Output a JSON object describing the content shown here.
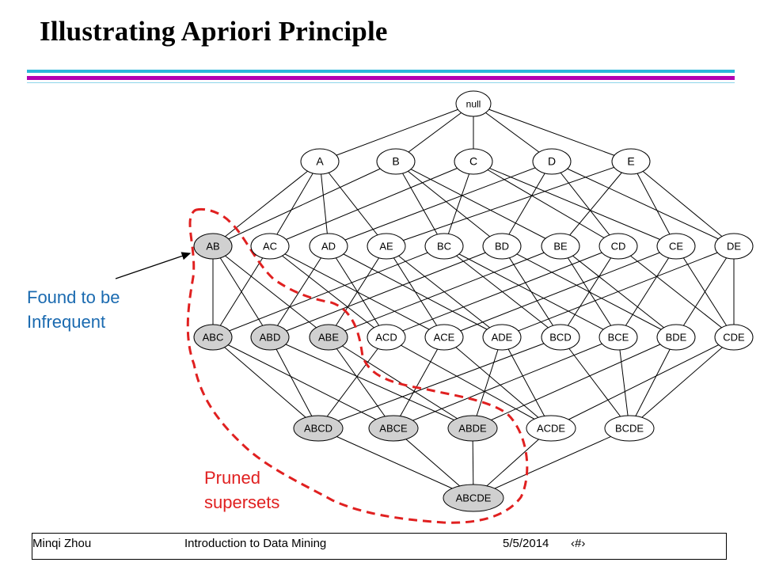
{
  "slide": {
    "title": "Illustrating Apriori Principle"
  },
  "lattice": {
    "levels": [
      [
        {
          "label": "null",
          "infrequent": false
        }
      ],
      [
        {
          "label": "A",
          "infrequent": false
        },
        {
          "label": "B",
          "infrequent": false
        },
        {
          "label": "C",
          "infrequent": false
        },
        {
          "label": "D",
          "infrequent": false
        },
        {
          "label": "E",
          "infrequent": false
        }
      ],
      [
        {
          "label": "AB",
          "infrequent": true
        },
        {
          "label": "AC",
          "infrequent": false
        },
        {
          "label": "AD",
          "infrequent": false
        },
        {
          "label": "AE",
          "infrequent": false
        },
        {
          "label": "BC",
          "infrequent": false
        },
        {
          "label": "BD",
          "infrequent": false
        },
        {
          "label": "BE",
          "infrequent": false
        },
        {
          "label": "CD",
          "infrequent": false
        },
        {
          "label": "CE",
          "infrequent": false
        },
        {
          "label": "DE",
          "infrequent": false
        }
      ],
      [
        {
          "label": "ABC",
          "infrequent": true
        },
        {
          "label": "ABD",
          "infrequent": true
        },
        {
          "label": "ABE",
          "infrequent": true
        },
        {
          "label": "ACD",
          "infrequent": false
        },
        {
          "label": "ACE",
          "infrequent": false
        },
        {
          "label": "ADE",
          "infrequent": false
        },
        {
          "label": "BCD",
          "infrequent": false
        },
        {
          "label": "BCE",
          "infrequent": false
        },
        {
          "label": "BDE",
          "infrequent": false
        },
        {
          "label": "CDE",
          "infrequent": false
        }
      ],
      [
        {
          "label": "ABCD",
          "infrequent": true
        },
        {
          "label": "ABCE",
          "infrequent": true
        },
        {
          "label": "ABDE",
          "infrequent": true
        },
        {
          "label": "ACDE",
          "infrequent": false
        },
        {
          "label": "BCDE",
          "infrequent": false
        }
      ],
      [
        {
          "label": "ABCDE",
          "infrequent": true
        }
      ]
    ],
    "colors": {
      "frequent_fill": "#ffffff",
      "infrequent_fill": "#d0d0d0",
      "edge": "#000000",
      "pruned_boundary": "#e02020",
      "pointer_arrow": "#000000"
    }
  },
  "annotations": {
    "infrequent_label": [
      "Found to be",
      "Infrequent"
    ],
    "pruned_label": [
      "Pruned",
      "supersets"
    ]
  },
  "footer": {
    "author": "Minqi Zhou",
    "course": "Introduction to Data Mining",
    "date": "5/5/2014",
    "page_glyph": "‹#›"
  }
}
